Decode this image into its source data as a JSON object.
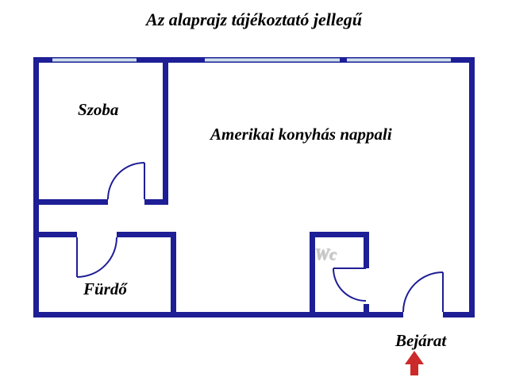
{
  "page": {
    "title": "Az alaprajz tájékoztató jellegű"
  },
  "rooms": [
    {
      "id": "szoba",
      "label": "Szoba"
    },
    {
      "id": "nappali",
      "label": "Amerikai konyhás nappali"
    },
    {
      "id": "furdo",
      "label": "Fürdő"
    },
    {
      "id": "wc",
      "label": "Wc"
    }
  ],
  "entrance": {
    "label": "Bejárat",
    "arrow_icon": "up-arrow"
  },
  "colors": {
    "wall": "#1e1e96",
    "window": "#cfe0ea",
    "arrow": "#cc2a2a",
    "text": "#000000",
    "wc_text": "#c6c6c6",
    "background": "#ffffff"
  }
}
